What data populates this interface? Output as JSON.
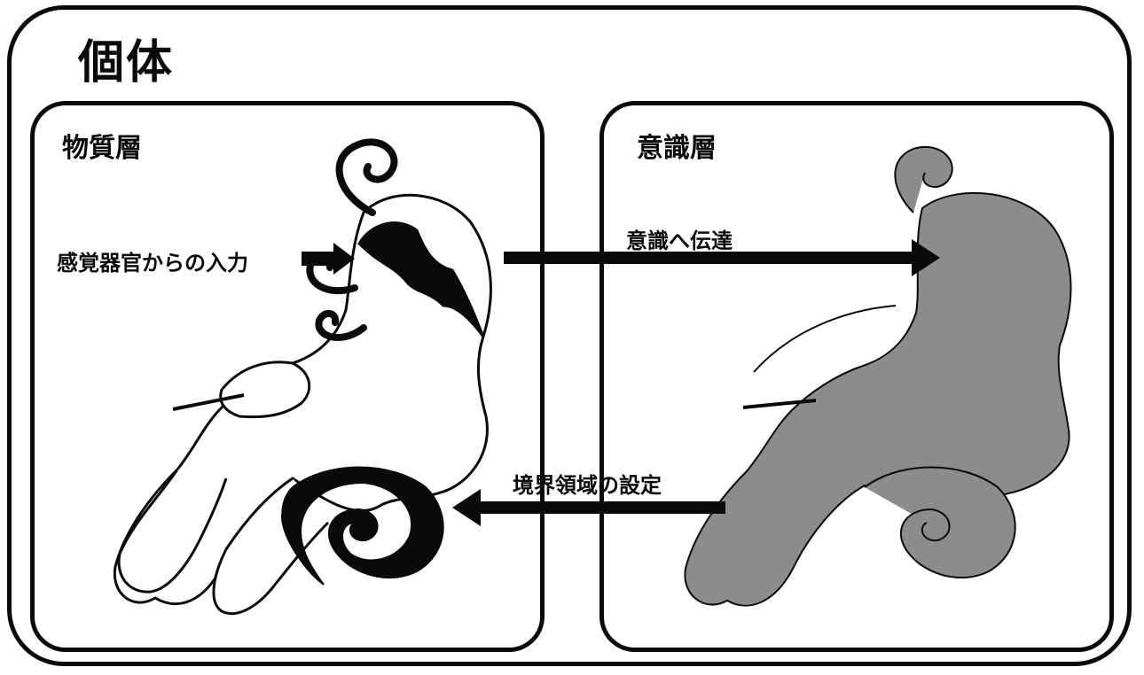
{
  "title": "個体",
  "panels": {
    "material": {
      "label": "物質層"
    },
    "consciousness": {
      "label": "意識層"
    }
  },
  "arrows": {
    "sensory_input": "感覚器官からの入力",
    "transmit": "意識へ伝達",
    "boundary": "境界領域の設定"
  },
  "colors": {
    "ink": "#0a0a0a",
    "silhouette": "#8c8c8c",
    "background": "#ffffff"
  }
}
